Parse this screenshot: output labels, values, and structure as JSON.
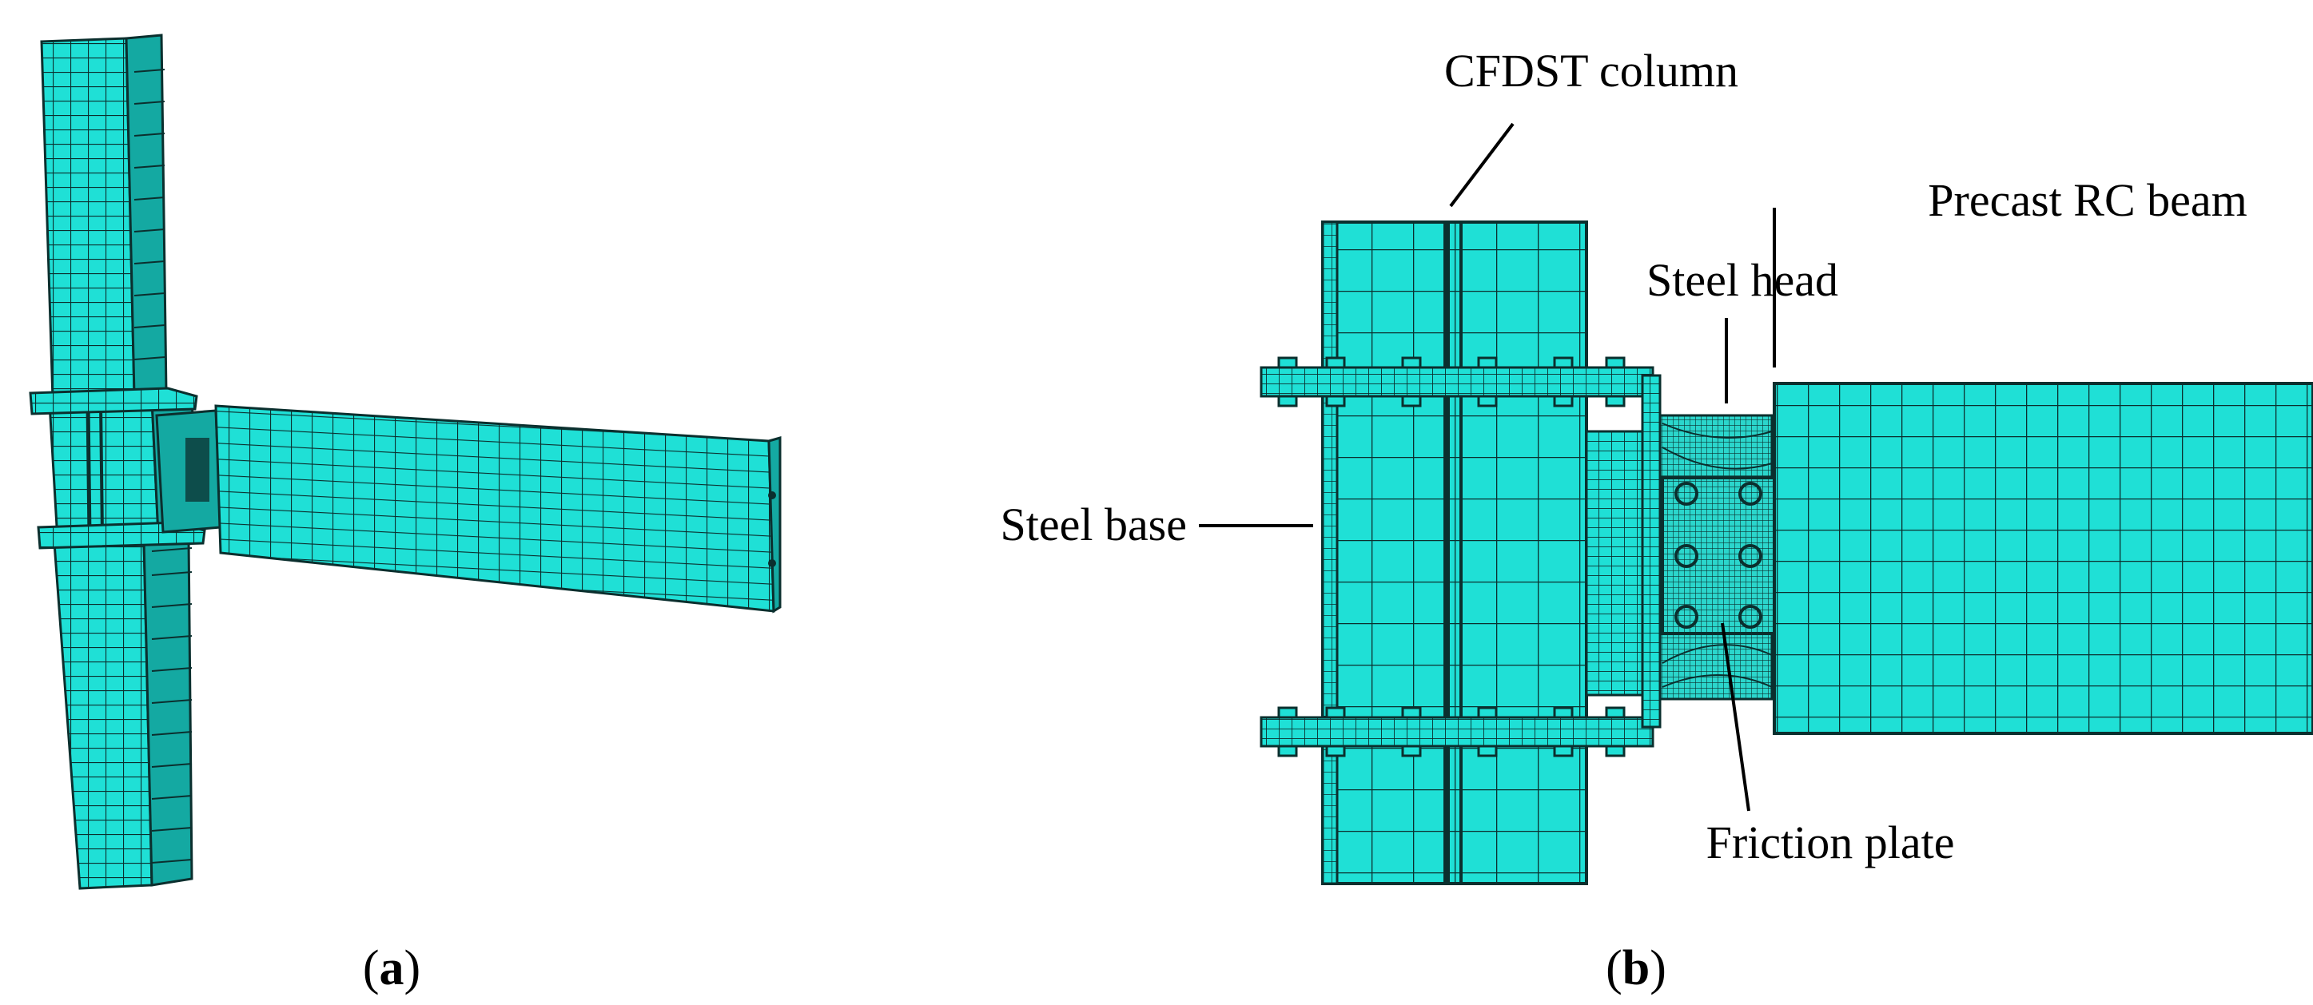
{
  "figure": {
    "panels": [
      {
        "id": "a",
        "letter": "a",
        "caption": "(a)"
      },
      {
        "id": "b",
        "letter": "b",
        "caption": "(b)"
      }
    ],
    "labels": {
      "column": "CFDST column",
      "beam": "Precast RC beam",
      "head": "Steel head",
      "base": "Steel base",
      "friction": "Friction plate"
    },
    "colors": {
      "mesh_fill": "#1fe0d6",
      "mesh_fill_dark": "#14a9a2",
      "mesh_line": "#0b2f2e",
      "text": "#000000",
      "background": "#ffffff"
    }
  }
}
